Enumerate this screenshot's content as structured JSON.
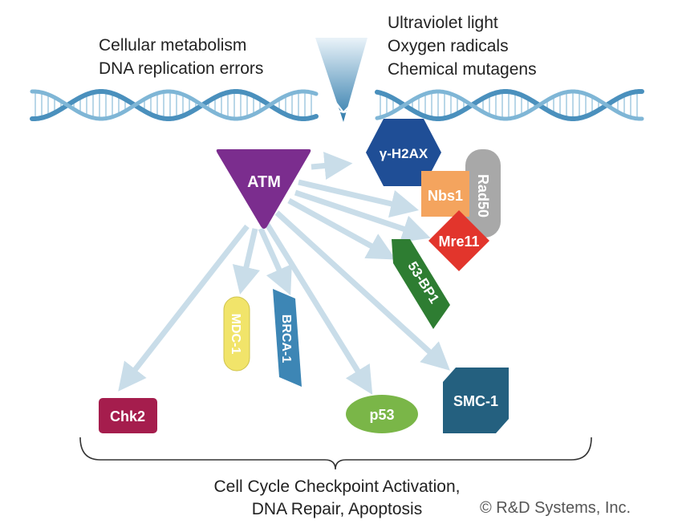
{
  "sources_left": [
    "Cellular metabolism",
    "DNA replication errors"
  ],
  "sources_right": [
    "Ultraviolet light",
    "Oxygen radicals",
    "Chemical mutagens"
  ],
  "nodes": {
    "atm": "ATM",
    "h2ax": "γ-H2AX",
    "nbs1": "Nbs1",
    "rad50": "Rad50",
    "mre11": "Mre11",
    "bp1": "53-BP1",
    "mdc1": "MDC-1",
    "brca1": "BRCA-1",
    "chk2": "Chk2",
    "p53": "p53",
    "smc1": "SMC-1"
  },
  "outcome": [
    "Cell Cycle Checkpoint Activation,",
    "DNA Repair, Apoptosis"
  ],
  "copyright": "© R&D Systems, Inc.",
  "colors": {
    "dna": "#5a9fc4",
    "arrow": "#c9dde9",
    "atm": "#7b2d8e",
    "h2ax": "#1f4e96",
    "nbs1": "#f4a45e",
    "rad50": "#a8a8a8",
    "mre11": "#e2352c",
    "bp1": "#2e7d32",
    "mdc1": "#f1e46a",
    "brca1": "#3d86b5",
    "chk2": "#a51d4d",
    "p53": "#7ab648",
    "smc1": "#24607f"
  }
}
